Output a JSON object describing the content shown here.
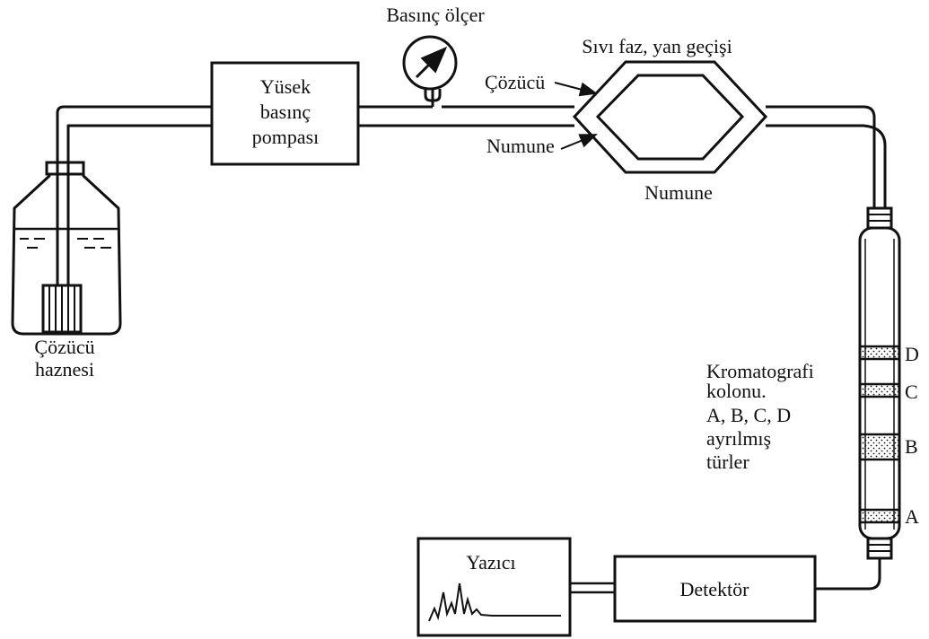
{
  "labels": {
    "pump": [
      "Yüsek",
      "basınç",
      "pompası"
    ],
    "gauge": "Basınç ölçer",
    "bypass": "Sıvı faz, yan geçişi",
    "solvent_line": "Çözücü",
    "sample_line": "Numune",
    "sample_loop": "Numune",
    "reservoir": [
      "Çözücü",
      "haznesi"
    ],
    "column_desc": [
      "Kromatografi",
      "kolonu.",
      "A, B, C, D",
      "ayrılmış",
      "türler"
    ],
    "bands": [
      "D",
      "C",
      "B",
      "A"
    ],
    "recorder": "Yazıcı",
    "detector": "Detektör"
  }
}
